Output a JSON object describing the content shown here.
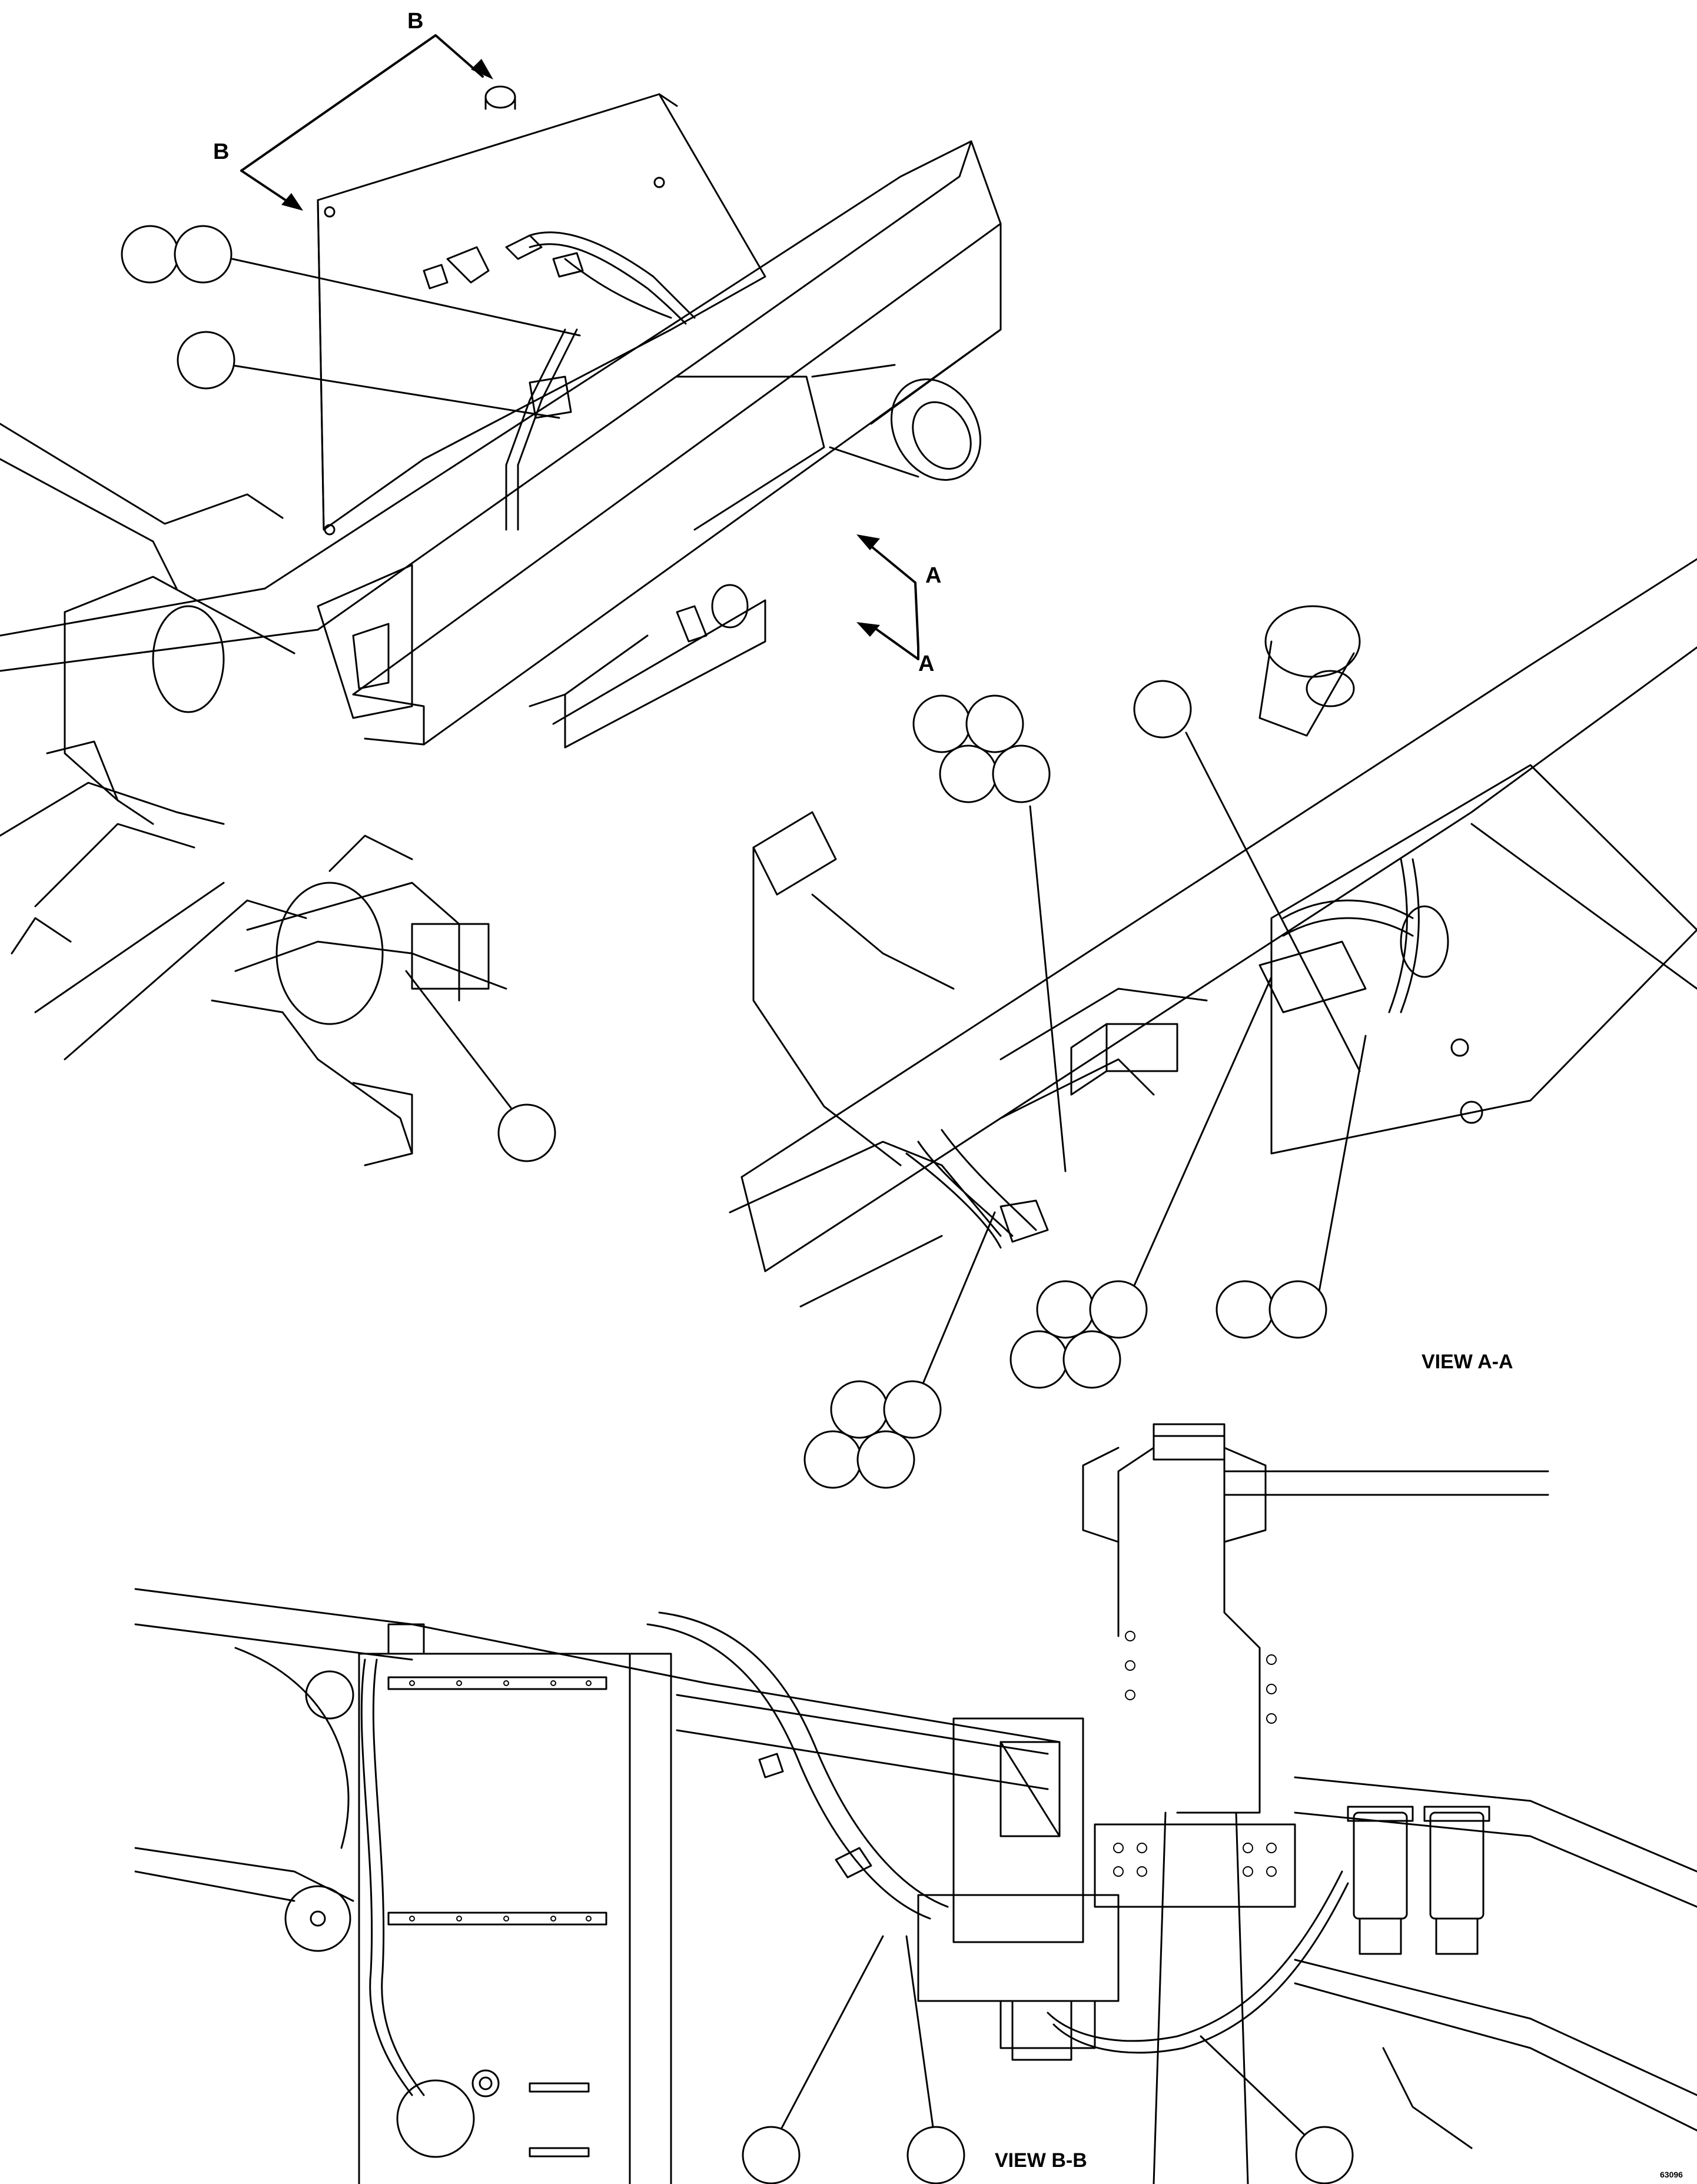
{
  "labels": {
    "section_b_top": "B",
    "section_b_left": "B",
    "section_a_upper": "A",
    "section_a_lower": "A",
    "view_a": "VIEW A-A",
    "view_b": "VIEW B-B",
    "drawing_number": "63096"
  },
  "colors": {
    "ink": "#000000",
    "paper": "#ffffff"
  }
}
